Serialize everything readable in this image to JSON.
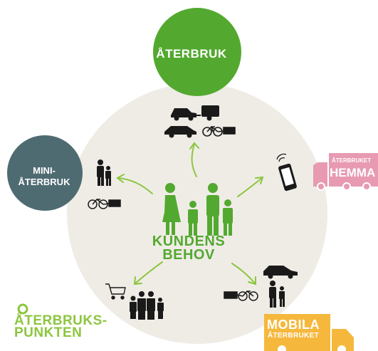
{
  "center": {
    "line1": "KUNDENS",
    "line2": "BEHOV"
  },
  "nodes": {
    "aterbruk": {
      "label": "ÅTERBRUK"
    },
    "mini": {
      "line1": "MINI-",
      "line2": "ÅTERBRUK"
    },
    "hemma": {
      "small": "ÅTERBRUKET",
      "big": "HEMMA"
    },
    "punkten": {
      "line1": "ÅTERBRUKS-",
      "line2": "PUNKTEN"
    },
    "mobila": {
      "big": "MOBILA",
      "small": "ÅTERBRUKET"
    }
  },
  "colors": {
    "main_green": "#53a930",
    "light_green": "#8cc63f",
    "bg_circle": "#efece6",
    "mini_teal": "#4f6b72",
    "hemma_pink": "#e79ab2",
    "mobila_orange": "#f5b83d",
    "icon_dark": "#1a1a1a"
  },
  "icons": [
    "car-trailer-icon",
    "car-icon",
    "bicycle-trailer-icon",
    "smartphone-icon",
    "family-icon",
    "shopping-cart-icon",
    "truck-icon",
    "pin-icon"
  ]
}
